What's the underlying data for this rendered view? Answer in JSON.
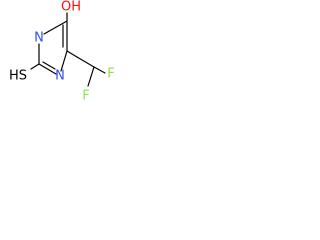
{
  "molecule": {
    "labels": {
      "oh": "OH",
      "n_top": "N",
      "n_bottom": "N",
      "sh": "HS",
      "f_top": "F",
      "f_bottom": "F"
    },
    "colors": {
      "bond": "#000000",
      "nitrogen": "#3050f8",
      "oxygen": "#ff0d0d",
      "sulfur": "#000000",
      "fluorine": "#90e050"
    }
  }
}
